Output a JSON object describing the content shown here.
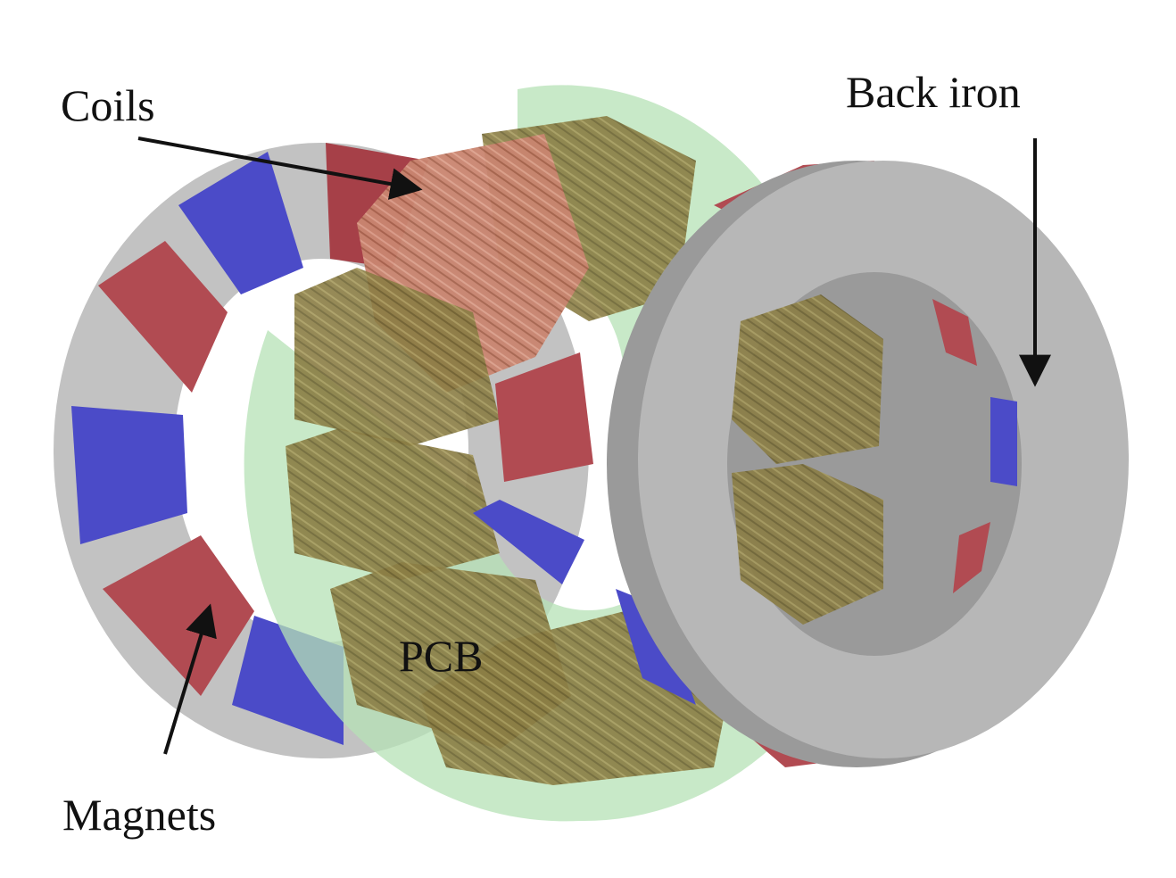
{
  "labels": {
    "coils": "Coils",
    "back_iron": "Back iron",
    "pcb": "PCB",
    "magnets": "Magnets"
  },
  "colors": {
    "magnet_red": "#b14b52",
    "magnet_blue": "#4b4bc8",
    "back_iron": "#b7b7b7",
    "pcb": "#b6e1b6",
    "coil_copper": "#c98570",
    "coil_olive": "#8a7d44",
    "arrow": "#111111"
  }
}
